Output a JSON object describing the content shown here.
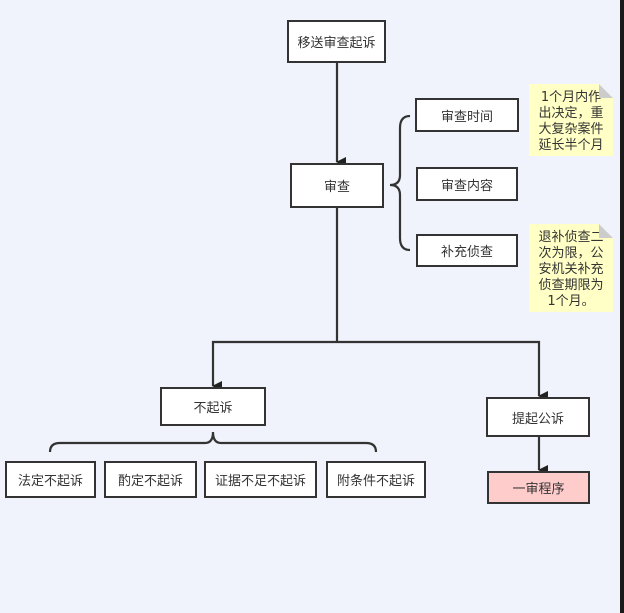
{
  "diagram": {
    "title": "刑事审查起诉流程",
    "nodes": {
      "transfer": "移送审查起诉",
      "review": "审查",
      "review_time": "审查时间",
      "review_content": "审查内容",
      "supplementary_investigation": "补充侦查",
      "no_prosecution": "不起诉",
      "file_public_prosecution": "提起公诉",
      "first_instance": "一审程序"
    },
    "no_prosecution_types": [
      "法定不起诉",
      "酌定不起诉",
      "证据不足不起诉",
      "附条件不起诉"
    ],
    "notes": {
      "review_time_note": "1个月内作\n出决定，重\n大复杂案件\n延长半个月",
      "supplementary_note": "退补侦查二\n次为限，公\n安机关补充\n侦查期限为\n1个月。"
    },
    "colors": {
      "background": "#f0f3fb",
      "box_fill": "#ffffff",
      "box_border": "#333333",
      "highlight_fill": "#ffcccc",
      "note_fill": "#ffffc6"
    }
  }
}
